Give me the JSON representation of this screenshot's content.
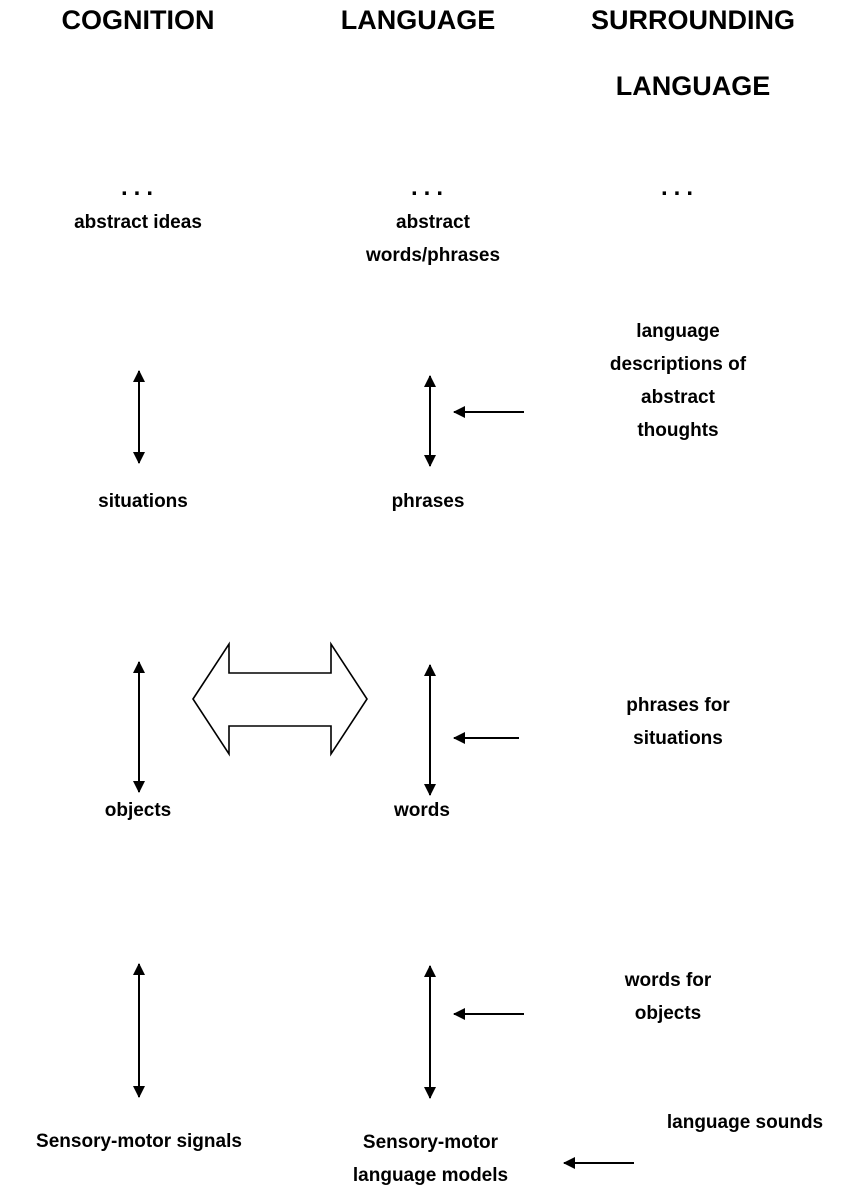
{
  "headers": {
    "cognition": "COGNITION",
    "language": "LANGUAGE",
    "surrounding": "SURROUNDING",
    "surrounding_2": "LANGUAGE"
  },
  "ellipsis": "...",
  "cognition": {
    "abstract_ideas": "abstract ideas",
    "situations": "situations",
    "objects": "objects",
    "sensory": "Sensory-motor signals"
  },
  "language": {
    "abstract": "abstract\nwords/phrases",
    "phrases": "phrases",
    "words": "words",
    "sensory": "Sensory-motor\nlanguage models"
  },
  "surrounding": {
    "abstract": "language\ndescriptions of\nabstract\nthoughts",
    "situations": "phrases for\nsituations",
    "objects": "words for\nobjects",
    "sounds": "language sounds"
  }
}
